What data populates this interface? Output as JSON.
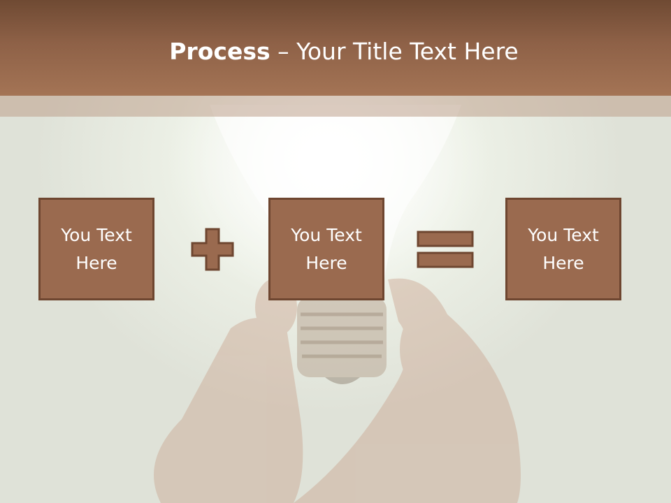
{
  "header": {
    "title_bold": "Process",
    "title_rest": " – Your Title Text Here"
  },
  "boxes": [
    {
      "text": "You Text Here"
    },
    {
      "text": "You Text Here"
    },
    {
      "text": "You Text Here"
    }
  ],
  "operators": [
    {
      "icon": "plus-icon"
    },
    {
      "icon": "equals-icon"
    }
  ],
  "colors": {
    "header": "#9a6a4f",
    "box_fill": "#9a6a4f",
    "box_border": "#6e4630",
    "text": "#ffffff"
  }
}
